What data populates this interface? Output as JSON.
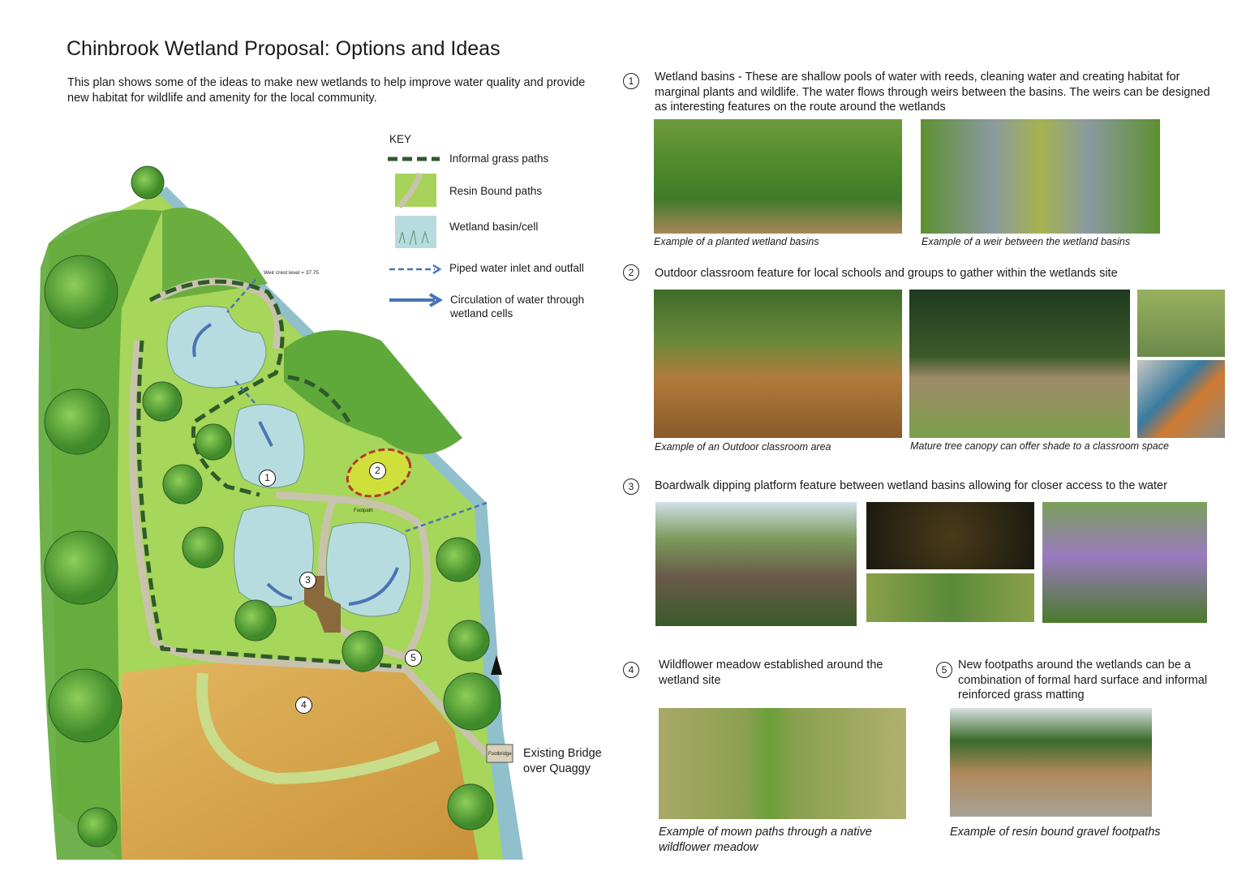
{
  "title": "Chinbrook Wetland Proposal: Options and Ideas",
  "intro": "This plan shows some of the ideas to make new wetlands to help improve water quality and provide new habitat for wildlife and amenity for the local community.",
  "key": {
    "heading": "KEY",
    "items": [
      {
        "label": "Informal grass paths",
        "icon": "dashed-dark-green-line"
      },
      {
        "label": "Resin Bound paths",
        "icon": "resin-path-swatch"
      },
      {
        "label": "Wetland basin/cell",
        "icon": "wetland-swatch"
      },
      {
        "label": "Piped water inlet and outfall",
        "icon": "dashed-blue-arrow"
      },
      {
        "label": "Circulation of water through wetland cells",
        "icon": "blue-arrow"
      }
    ]
  },
  "map": {
    "labels": {
      "weir": "Weir crest level = 37.75",
      "footpath": "Footpath",
      "footbridge": "Footbridge",
      "bridge": "Existing Bridge over Quaggy"
    },
    "markers": [
      "1",
      "2",
      "3",
      "4",
      "5"
    ]
  },
  "sections": [
    {
      "num": "1",
      "text": "Wetland basins - These are shallow pools of water with reeds, cleaning water and creating habitat for marginal plants and wildlife. The water flows through weirs between the basins. The weirs can be designed as interesting features on the route around the wetlands",
      "captions": [
        "Example of a planted wetland basins",
        "Example of a weir between the wetland basins"
      ]
    },
    {
      "num": "2",
      "text": "Outdoor classroom feature for local schools and groups to gather within the wetlands site",
      "captions": [
        "Example of an Outdoor classroom area",
        "Mature tree canopy can offer shade to a classroom space"
      ]
    },
    {
      "num": "3",
      "text": "Boardwalk dipping platform feature between wetland basins allowing for closer access to the water",
      "captions": []
    },
    {
      "num": "4",
      "text": "Wildflower meadow established around the wetland site",
      "captions": [
        "Example of mown paths through a native wildflower meadow"
      ]
    },
    {
      "num": "5",
      "text": "New footpaths around the wetlands can be a combination of formal hard surface and informal reinforced grass matting",
      "captions": [
        "Example of resin bound gravel footpaths"
      ]
    }
  ],
  "colors": {
    "grass": "#9bcf4f",
    "tree": "#5fa83a",
    "water": "#a9d3da",
    "meadow": "#d8a94a",
    "path": "#c9c3ad",
    "dark_path": "#2f5a2a",
    "arrow": "#4a74b4",
    "classroom": "#c9d93a"
  }
}
